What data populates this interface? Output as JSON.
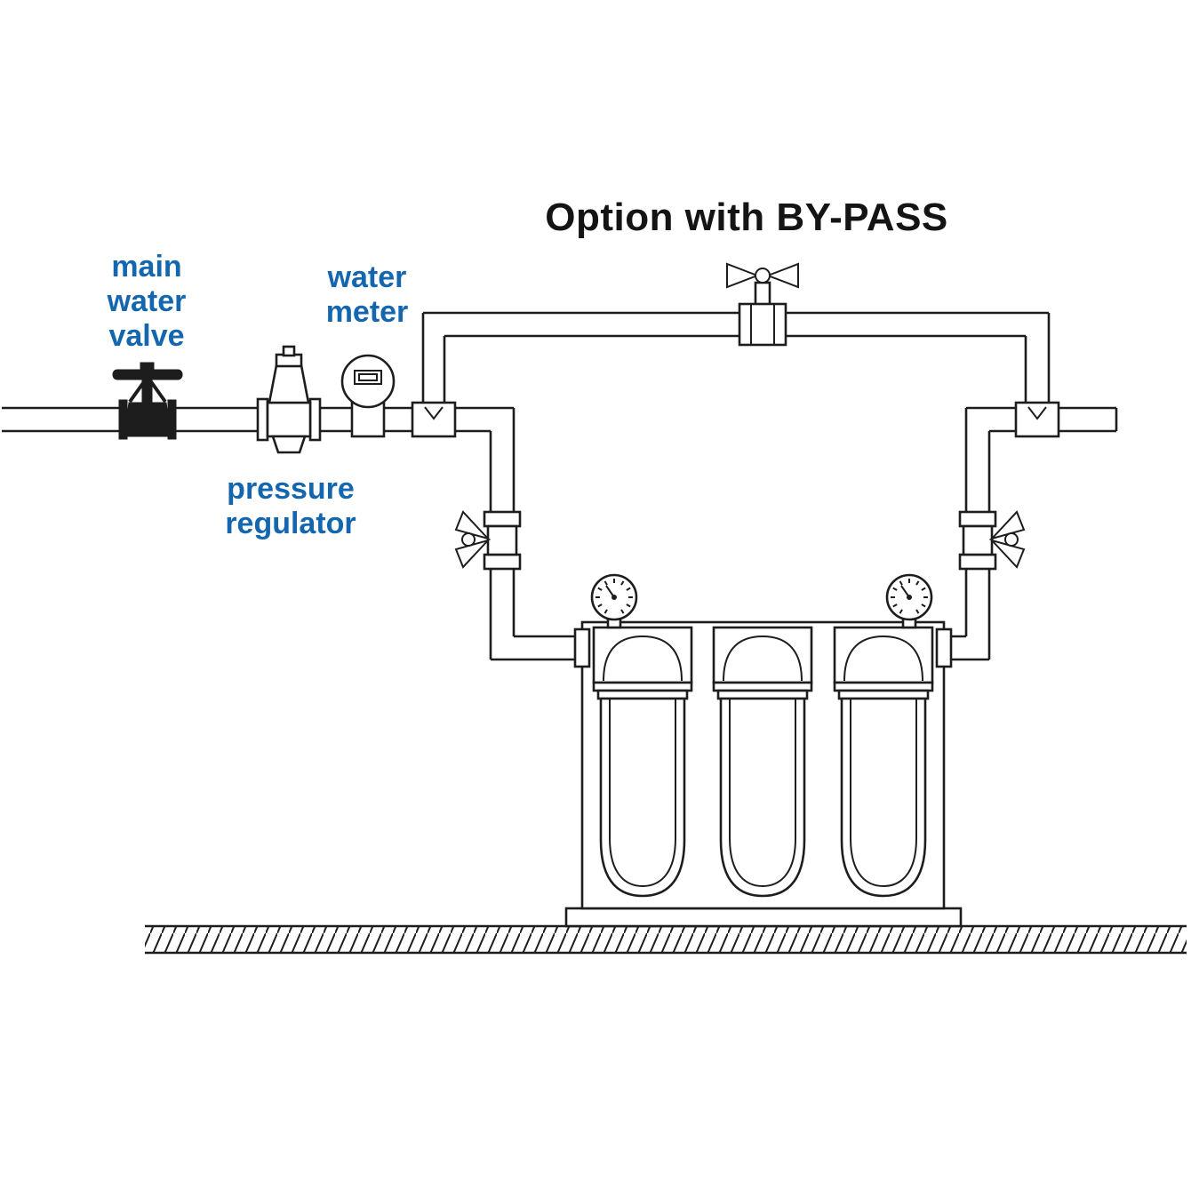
{
  "title": "Option with BY-PASS",
  "labels": {
    "main_valve": [
      "main",
      "water",
      "valve"
    ],
    "water_meter": [
      "water",
      "meter"
    ],
    "pressure_regulator": [
      "pressure",
      "regulator"
    ]
  },
  "colors": {
    "label_blue": "#1467ae",
    "title_black": "#141414",
    "line": "#1d1d1d"
  },
  "symbols": [
    "main-water-valve",
    "pressure-regulator",
    "water-meter",
    "inlet-tee",
    "bypass-ball-valve",
    "outlet-tee",
    "inlet-shutoff-valve",
    "outlet-shutoff-valve",
    "triple-filter-housing",
    "inlet-pressure-gauge",
    "outlet-pressure-gauge",
    "filter-base",
    "ground-hatch"
  ]
}
